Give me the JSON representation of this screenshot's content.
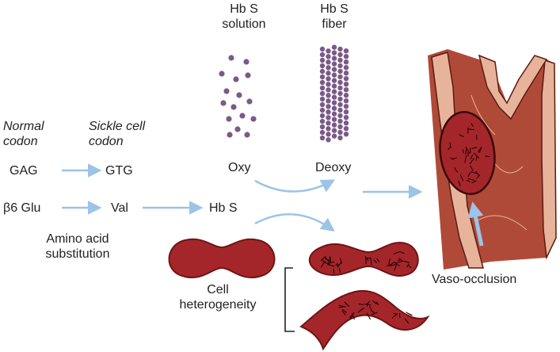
{
  "labels": {
    "hbs_solution": [
      "Hb S",
      "solution"
    ],
    "hbs_fiber": [
      "Hb S",
      "fiber"
    ],
    "normal_codon": [
      "Normal",
      "codon"
    ],
    "sickle_codon": [
      "Sickle cell",
      "codon"
    ],
    "gag": "GAG",
    "gtg": "GTG",
    "oxy": "Oxy",
    "deoxy": "Deoxy",
    "glu": "β6 Glu",
    "val": "Val",
    "hbs": "Hb S",
    "amino": [
      "Amino acid",
      "substitution"
    ],
    "cell_het": [
      "Cell",
      "heterogeneity"
    ],
    "vaso": "Vaso-occlusion"
  },
  "colors": {
    "arrow": "#9dc3e6",
    "cell": "#a5262a",
    "cell_dark": "#6e1416",
    "vessel": "#b04a38",
    "vessel_light": "#e7b39a",
    "dot": "#7a5a88"
  }
}
